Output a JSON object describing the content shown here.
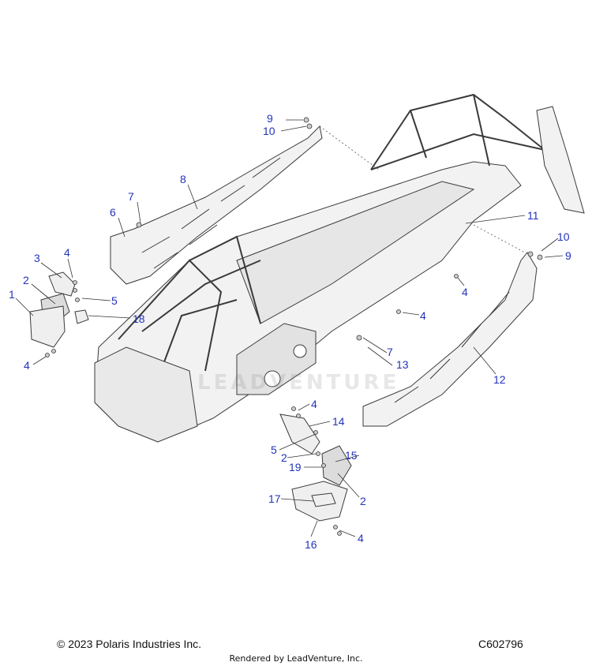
{
  "diagram": {
    "callouts": [
      {
        "id": "c9a",
        "label": "9"
      },
      {
        "id": "c10a",
        "label": "10"
      },
      {
        "id": "c8",
        "label": "8"
      },
      {
        "id": "c7a",
        "label": "7"
      },
      {
        "id": "c6",
        "label": "6"
      },
      {
        "id": "c3",
        "label": "3"
      },
      {
        "id": "c4a",
        "label": "4"
      },
      {
        "id": "c2a",
        "label": "2"
      },
      {
        "id": "c1",
        "label": "1"
      },
      {
        "id": "c5a",
        "label": "5"
      },
      {
        "id": "c18",
        "label": "18"
      },
      {
        "id": "c4b",
        "label": "4"
      },
      {
        "id": "c11",
        "label": "11"
      },
      {
        "id": "c10b",
        "label": "10"
      },
      {
        "id": "c9b",
        "label": "9"
      },
      {
        "id": "c4c",
        "label": "4"
      },
      {
        "id": "c4d",
        "label": "4"
      },
      {
        "id": "c7b",
        "label": "7"
      },
      {
        "id": "c13",
        "label": "13"
      },
      {
        "id": "c12",
        "label": "12"
      },
      {
        "id": "c4e",
        "label": "4"
      },
      {
        "id": "c14",
        "label": "14"
      },
      {
        "id": "c5b",
        "label": "5"
      },
      {
        "id": "c2b",
        "label": "2"
      },
      {
        "id": "c15",
        "label": "15"
      },
      {
        "id": "c19",
        "label": "19"
      },
      {
        "id": "c17",
        "label": "17"
      },
      {
        "id": "c2c",
        "label": "2"
      },
      {
        "id": "c16",
        "label": "16"
      },
      {
        "id": "c4f",
        "label": "4"
      }
    ],
    "watermark": "LEADVENTURE"
  },
  "footer": {
    "copyright": "© 2023 Polaris Industries Inc.",
    "code": "C602796",
    "rendered_by": "Rendered by LeadVenture, Inc."
  },
  "colors": {
    "callout": "#2233bb",
    "line": "#333333",
    "fill": "#efefef"
  }
}
